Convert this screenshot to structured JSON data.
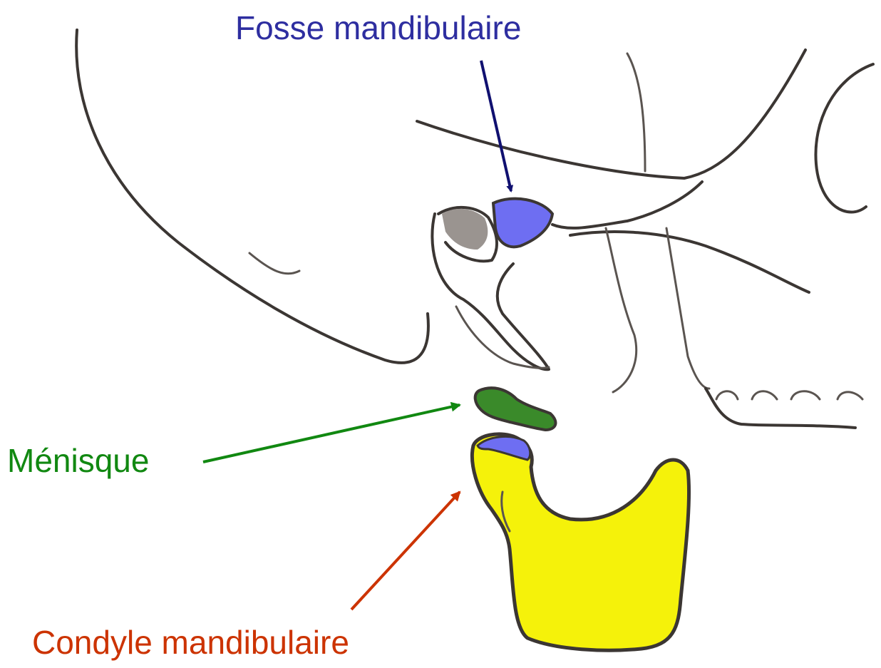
{
  "labels": {
    "fosse": "Fosse mandibulaire",
    "menisque": "Ménisque",
    "condyle": "Condyle mandibulaire"
  },
  "colors": {
    "fosse": "#2e2ea0",
    "menisque": "#118811",
    "condyle": "#cc3300",
    "fossa_fill": "#6e6ef2",
    "meniscus_fill": "#3a8a2a",
    "mandible_fill": "#f5f20a",
    "line": "#3b3633"
  }
}
